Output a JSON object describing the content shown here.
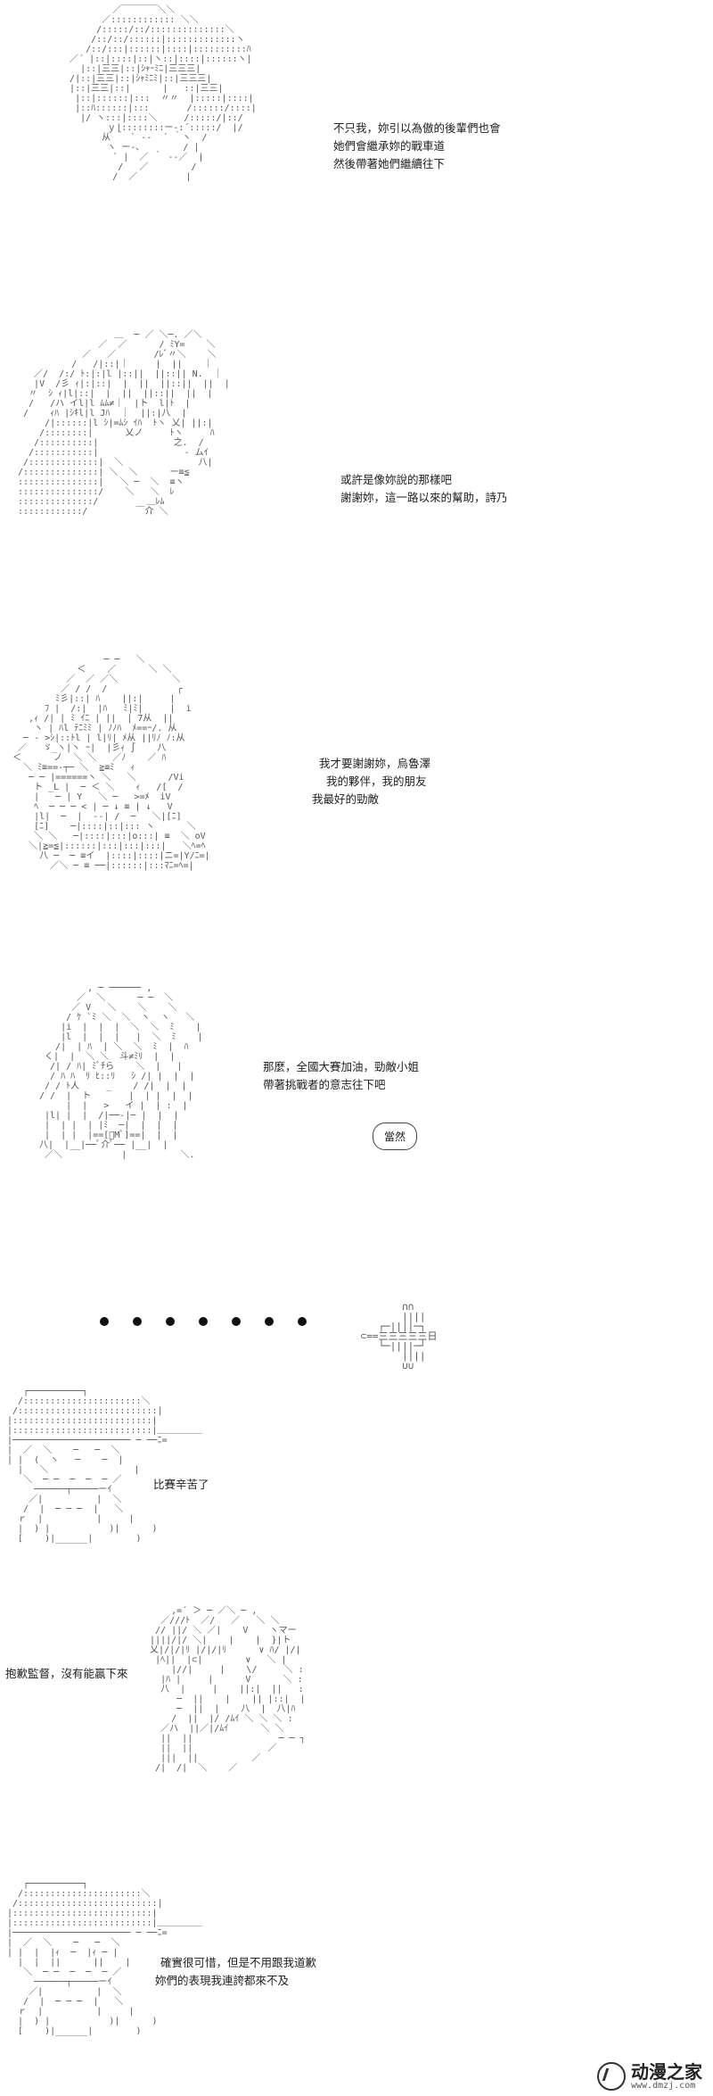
{
  "panels": [
    {
      "id": "p1",
      "lines": [
        "不只我，妳引以為傲的後輩們也會",
        "她們會繼承妳的戰車道",
        "然後帶著她們繼續往下"
      ]
    },
    {
      "id": "p2",
      "lines": [
        "或許是像妳說的那樣吧",
        "謝謝妳，這一路以來的幫助，詩乃"
      ]
    },
    {
      "id": "p3",
      "lines": [
        "我才要謝謝妳，烏魯澤",
        "我的夥伴，我的朋友",
        "我最好的勁敵"
      ]
    },
    {
      "id": "p4",
      "lines": [
        "那麼，全國大賽加油，勁敵小姐",
        "帶著挑戰者的意志往下吧"
      ],
      "bubble": "當然"
    },
    {
      "id": "p6",
      "lines": [
        "比賽辛苦了"
      ]
    },
    {
      "id": "p7",
      "lines": [
        "抱歉監督，沒有能贏下來"
      ]
    },
    {
      "id": "p8",
      "lines": [
        "確實很可惜，但是不用跟我道歉",
        "妳們的表現我連誇都來不及"
      ]
    }
  ],
  "watermark": {
    "name": "动漫之家",
    "url": "www.dmzj.com"
  }
}
